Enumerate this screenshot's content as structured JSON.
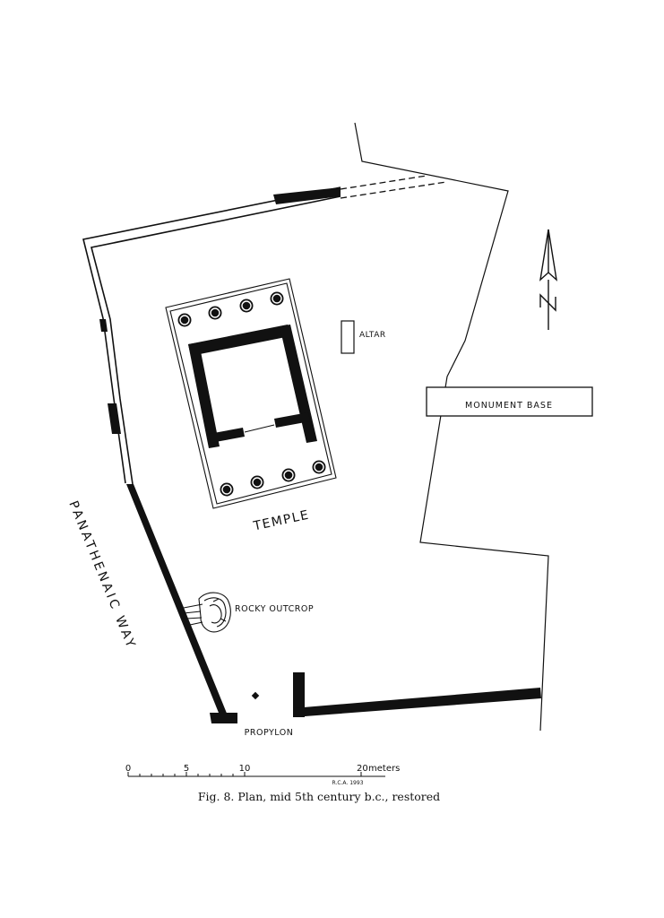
{
  "labels": {
    "altar": "ALTAR",
    "monument_base": "MONUMENT BASE",
    "temple": "TEMPLE",
    "rocky_outcrop": "ROCKY OUTCROP",
    "panathenaic_way": "PANATHENAIC WAY",
    "propylon": "PROPYLON",
    "north": "N"
  },
  "scale": {
    "ticks": [
      "0",
      "5",
      "10",
      "20"
    ],
    "unit": "meters",
    "credit": "R.C.A. 1993"
  },
  "caption": "Fig. 8. Plan, mid 5th century b.c., restored",
  "colors": {
    "ink": "#111111",
    "paper": "#ffffff"
  }
}
